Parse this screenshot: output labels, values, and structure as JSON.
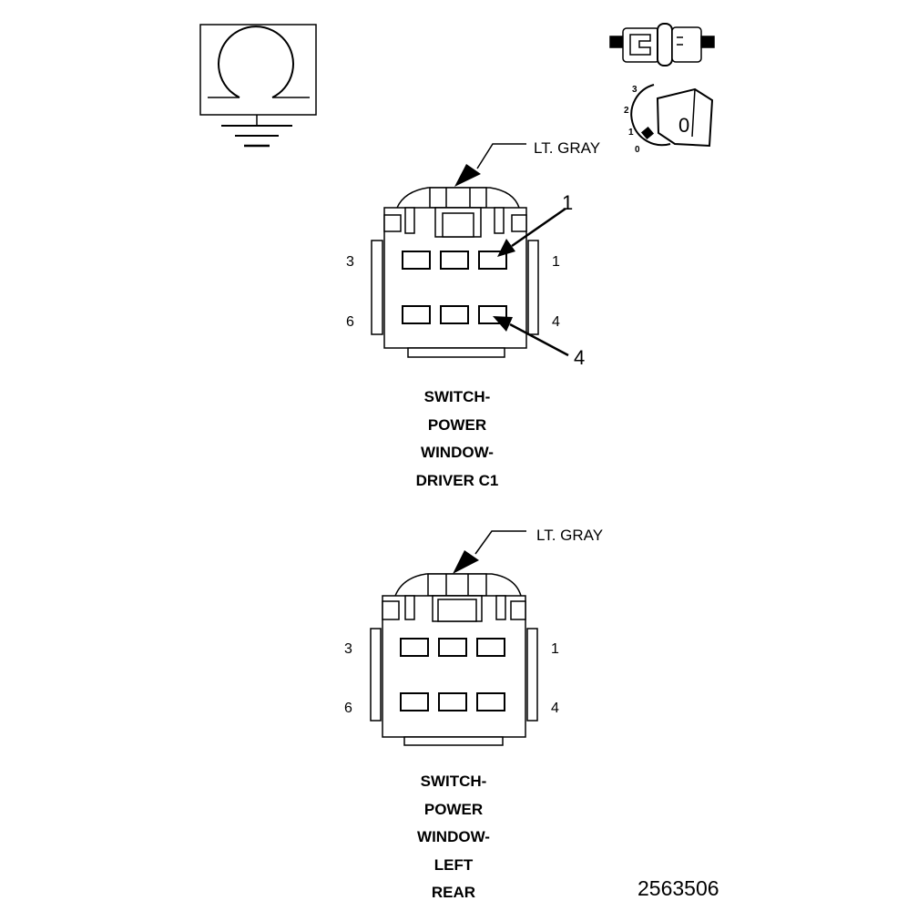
{
  "top_icons": {
    "ground_symbol": "ground-icon",
    "connector_symbol": "inline-connector-icon",
    "ignition_symbol": "ignition-key-icon",
    "ignition_positions": [
      "3",
      "2",
      "1",
      "0"
    ],
    "key_label": "0"
  },
  "connector_c1": {
    "color_label": "LT. GRAY",
    "pin_left_top": "3",
    "pin_right_top": "1",
    "pin_left_bottom": "6",
    "pin_right_bottom": "4",
    "callout_pin_1": "1",
    "callout_pin_4": "4",
    "caption": [
      "SWITCH-",
      "POWER",
      "WINDOW-",
      "DRIVER C1"
    ]
  },
  "connector_left_rear": {
    "color_label": "LT. GRAY",
    "pin_left_top": "3",
    "pin_right_top": "1",
    "pin_left_bottom": "6",
    "pin_right_bottom": "4",
    "caption": [
      "SWITCH-",
      "POWER",
      "WINDOW-",
      "LEFT",
      "REAR"
    ]
  },
  "document_number": "2563506"
}
